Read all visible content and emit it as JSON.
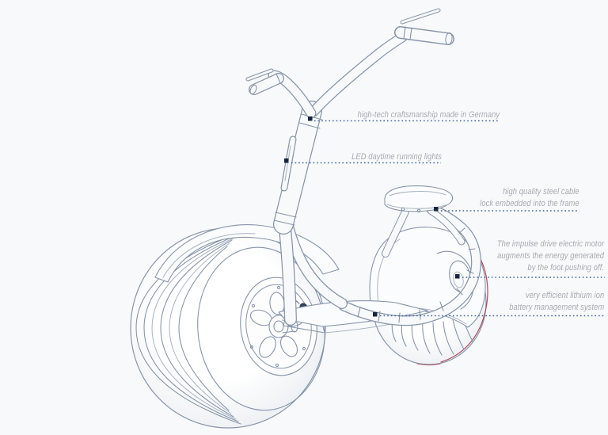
{
  "meta": {
    "description": "Line-art marketing diagram of a fat-tire electric scooter with five annotated features"
  },
  "colors": {
    "background": "#f8f9fa",
    "line_art": "#8795aa",
    "leader_dotted_blue": "#3e63a8",
    "marker_navy": "#17253f",
    "accent_red": "#b04a58",
    "label_text_gray": "#a6abb2"
  },
  "annotations": [
    {
      "id": "craftsmanship",
      "lines": [
        "high-tech craftsmanship made in Germany"
      ]
    },
    {
      "id": "led-lights",
      "lines": [
        "LED daytime running lights"
      ]
    },
    {
      "id": "cable-lock",
      "lines": [
        "high quality steel cable",
        "lock embedded into the frame"
      ]
    },
    {
      "id": "impulse-drive",
      "lines": [
        "The impulse drive electric motor",
        "augments the energy generated",
        "by the foot pushing off."
      ]
    },
    {
      "id": "battery",
      "lines": [
        "very efficient lithium ion",
        "battery management system"
      ]
    }
  ]
}
